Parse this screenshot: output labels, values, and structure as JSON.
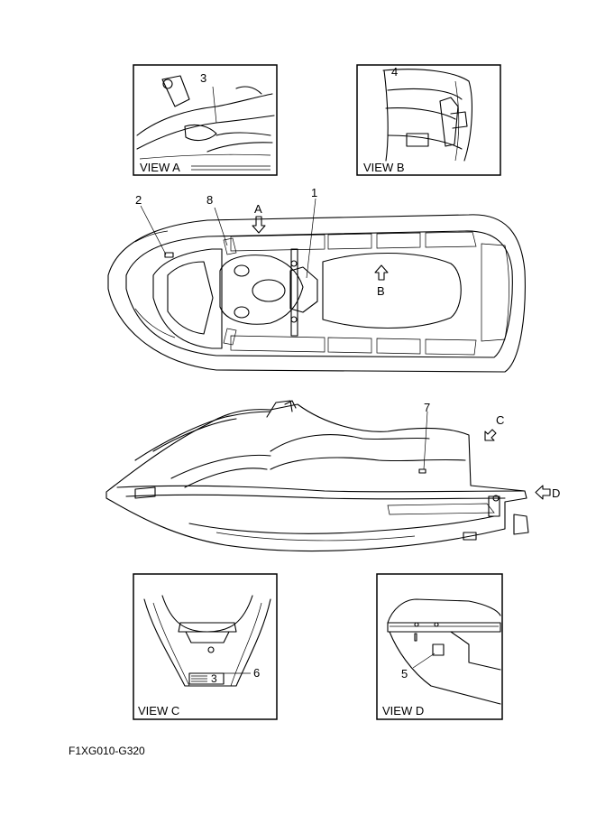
{
  "views": {
    "a": {
      "caption": "VIEW A"
    },
    "b": {
      "caption": "VIEW B"
    },
    "c": {
      "caption": "VIEW C"
    },
    "d": {
      "caption": "VIEW D"
    }
  },
  "callouts": {
    "n1": "1",
    "n2": "2",
    "n3": "3",
    "n4": "4",
    "n5": "5",
    "n6": "6",
    "n7": "7",
    "n8": "8"
  },
  "pointers": {
    "a": "A",
    "b": "B",
    "c": "C",
    "d": "D"
  },
  "decal_mark": "3",
  "part_code": "F1XG010-G320"
}
